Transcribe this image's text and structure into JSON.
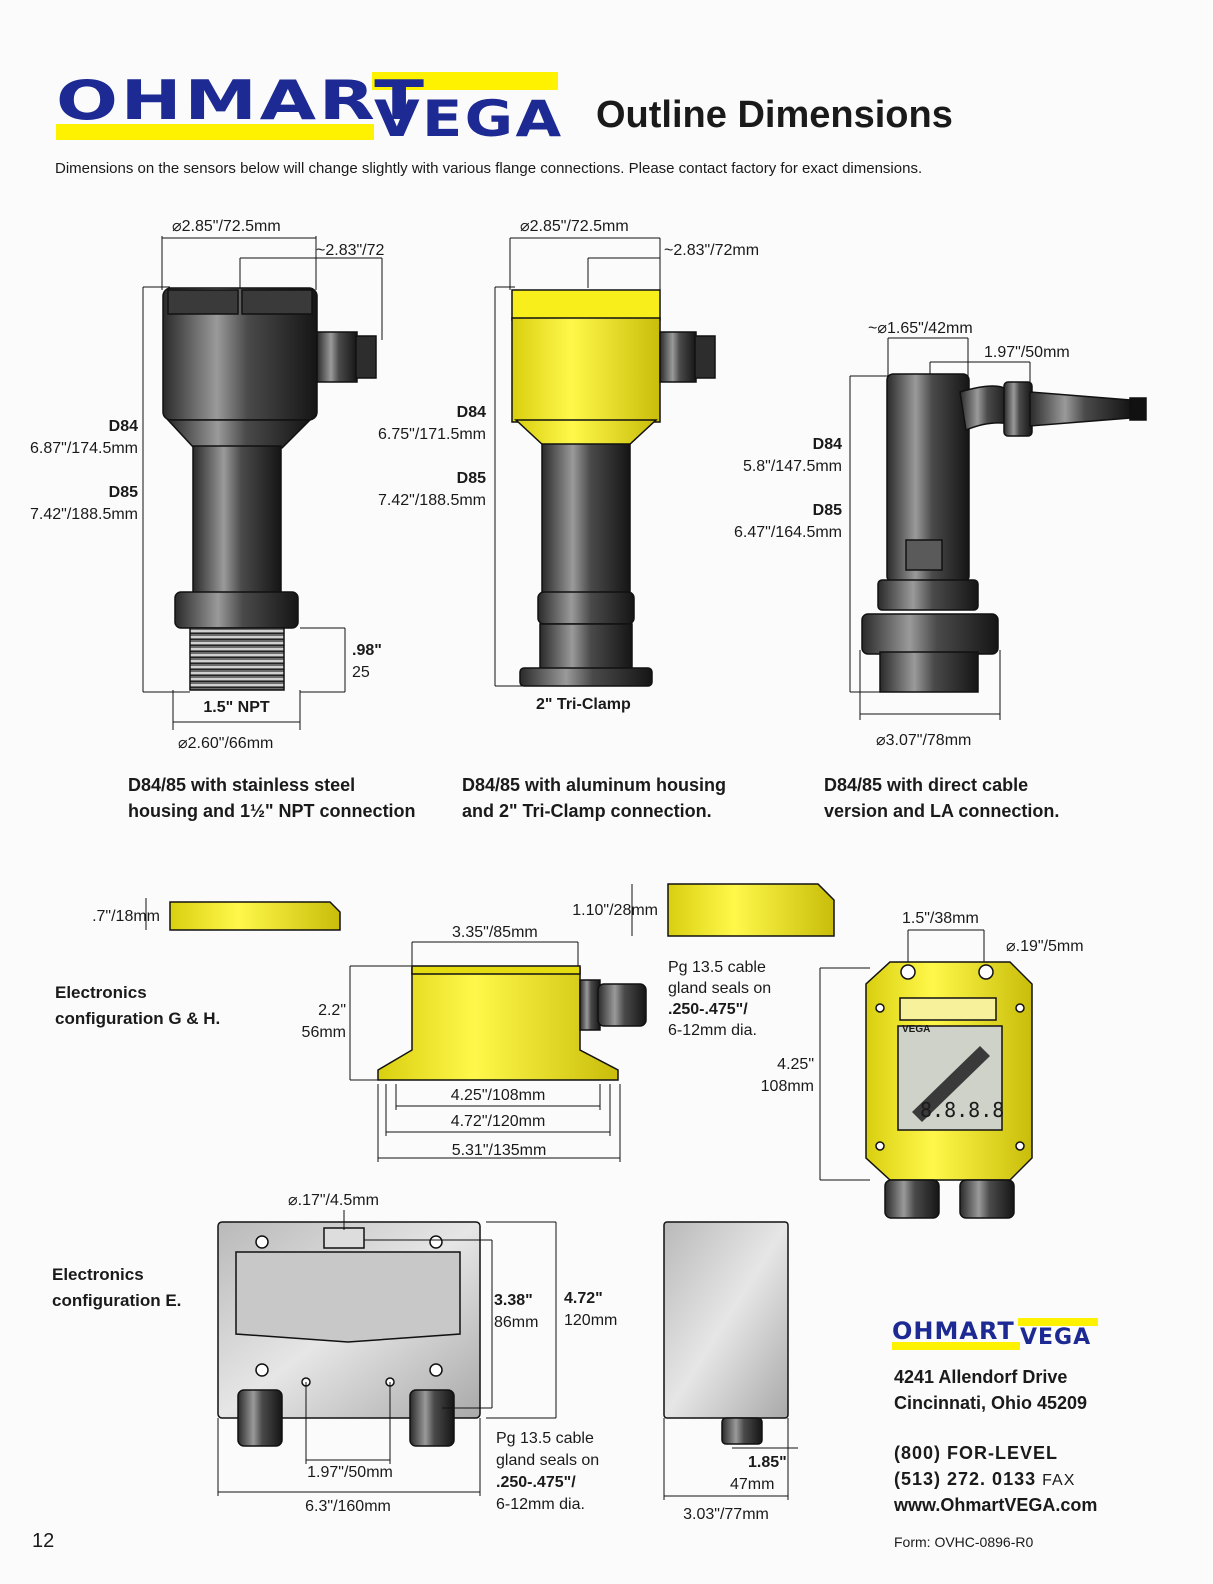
{
  "header": {
    "logo_left": "OHMART",
    "logo_right": "VEGA",
    "title": "Outline Dimensions",
    "intro": "Dimensions on the sensors below will change slightly with various flange connections. Please contact factory for exact dimensions."
  },
  "sensor1": {
    "dia_top": "⌀2.85\"/72.5mm",
    "cap_width": "~2.83\"/72",
    "d84_label": "D84",
    "d84_value": "6.87\"/174.5mm",
    "d85_label": "D85",
    "d85_value": "7.42\"/188.5mm",
    "thread_len_in": ".98\"",
    "thread_len_mm": "25",
    "conn": "1.5\" NPT",
    "dia_bottom": "⌀2.60\"/66mm",
    "caption_l1": "D84/85 with stainless steel",
    "caption_l2": "housing and 1½\" NPT connection"
  },
  "sensor2": {
    "dia_top": "⌀2.85\"/72.5mm",
    "cap_width": "~2.83\"/72mm",
    "d84_label": "D84",
    "d84_value": "6.75\"/171.5mm",
    "d85_label": "D85",
    "d85_value": "7.42\"/188.5mm",
    "conn": "2\" Tri-Clamp",
    "caption_l1": "D84/85 with aluminum housing",
    "caption_l2": "and 2\" Tri-Clamp connection."
  },
  "sensor3": {
    "dia_top": "~⌀1.65\"/42mm",
    "cable_off": "1.97\"/50mm",
    "d84_label": "D84",
    "d84_value": "5.8\"/147.5mm",
    "d85_label": "D85",
    "d85_value": "6.47\"/164.5mm",
    "dia_bottom": "⌀3.07\"/78mm",
    "caption_l1": "D84/85 with direct cable",
    "caption_l2": "version and LA connection."
  },
  "config_gh": {
    "label_l1": "Electronics",
    "label_l2": "configuration G & H.",
    "lid1": ".7\"/18mm",
    "lid2": "1.10\"/28mm",
    "width_top": "3.35\"/85mm",
    "height_in": "2.2\"",
    "height_mm": "56mm",
    "gland_l1": "Pg 13.5 cable",
    "gland_l2": "gland seals on",
    "gland_l3": ".250-.475\"/",
    "gland_l4": "6-12mm dia.",
    "w1": "4.25\"/108mm",
    "w2": "4.72\"/120mm",
    "w3": "5.31\"/135mm",
    "hole_spacing": "1.5\"/38mm",
    "hole_dia": "⌀.19\"/5mm",
    "front_h_in": "4.25\"",
    "front_h_mm": "108mm",
    "display_brand": "VEGA",
    "display_digits": "8.8.8.8"
  },
  "config_e": {
    "label_l1": "Electronics",
    "label_l2": "configuration E.",
    "hole_dia": "⌀.17\"/4.5mm",
    "h1_in": "3.38\"",
    "h1_mm": "86mm",
    "h2_in": "4.72\"",
    "h2_mm": "120mm",
    "gland_l1": "Pg 13.5 cable",
    "gland_l2": "gland seals on",
    "gland_l3": ".250-.475\"/",
    "gland_l4": "6-12mm dia.",
    "spacing": "1.97\"/50mm",
    "width": "6.3\"/160mm",
    "depth_in": "1.85\"",
    "depth_mm": "47mm",
    "side_width": "3.03\"/77mm"
  },
  "footer": {
    "logo_left": "OHMART",
    "logo_right": "VEGA",
    "address1": "4241 Allendorf Drive",
    "address2": "Cincinnati, Ohio 45209",
    "phone1": "(800) FOR-LEVEL",
    "phone2": "(513) 272. 0133",
    "fax_label": "FAX",
    "web": "www.OhmartVEGA.com",
    "form": "Form: OVHC-0896-R0",
    "page_number": "12"
  },
  "colors": {
    "brand_blue": "#1d2a93",
    "brand_yellow": "#fff200",
    "housing_yellow": "#f3ec1e"
  }
}
